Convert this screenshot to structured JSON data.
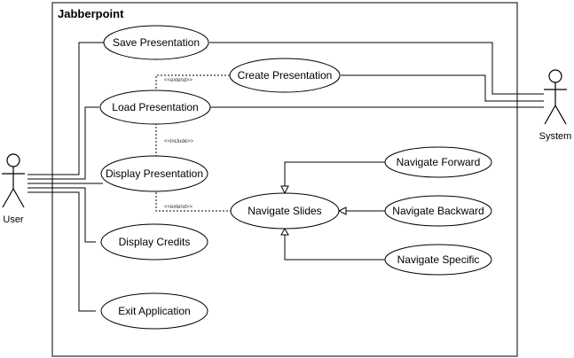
{
  "system": {
    "title": "Jabberpoint"
  },
  "actors": {
    "user": "User",
    "system": "System"
  },
  "use_cases": {
    "save": "Save Presentation",
    "create": "Create Presentation",
    "load": "Load Presentation",
    "display": "Display Presentation",
    "navigate": "Navigate Slides",
    "forward": "Navigate Forward",
    "backward": "Navigate Backward",
    "specific": "Navigate Specific",
    "credits": "Display Credits",
    "exit": "Exit Application"
  },
  "stereotypes": {
    "extend_create": "<<extend>>",
    "include_display": "<<include>>",
    "extend_navigate": "<<extend>>"
  }
}
